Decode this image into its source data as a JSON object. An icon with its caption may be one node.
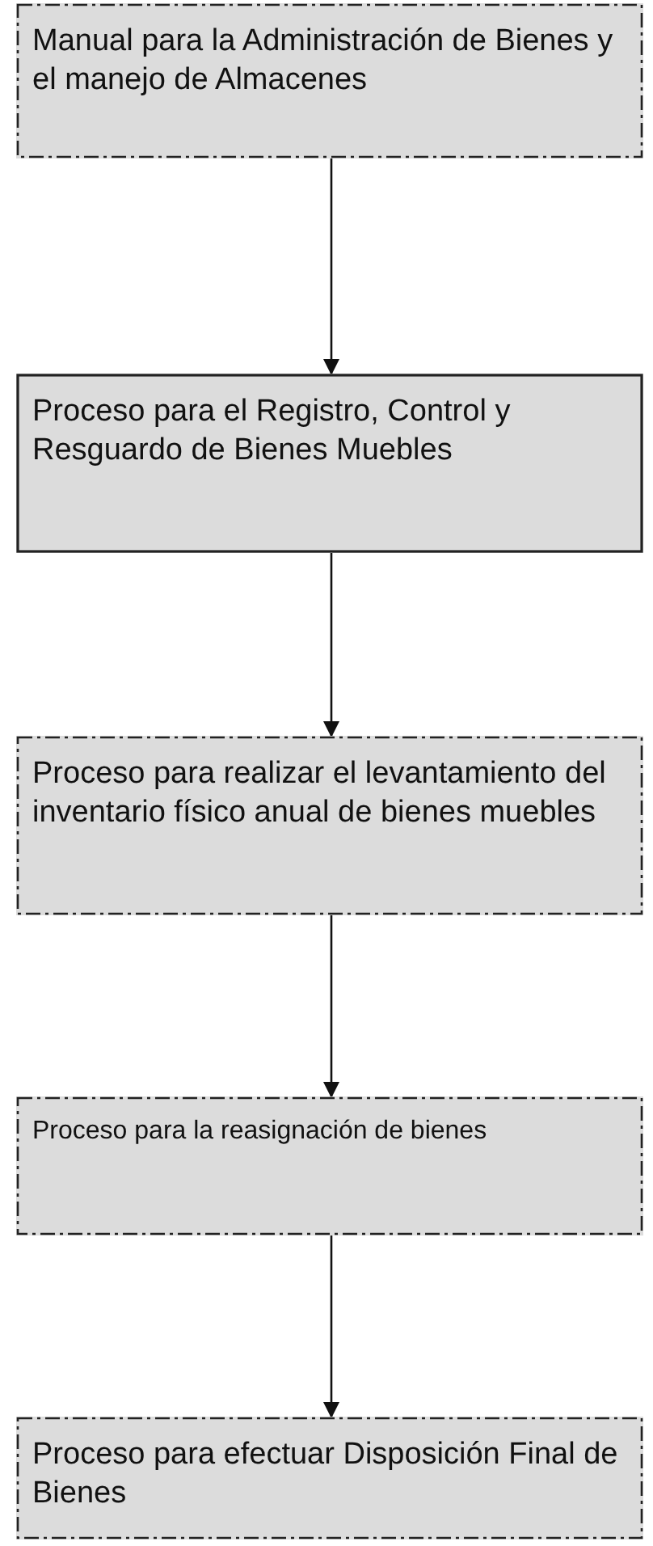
{
  "diagram": {
    "nodes": [
      {
        "text": [
          "Manual para la Administración de Bienes y el manejo de Almacenes"
        ]
      },
      {
        "text": [
          "Proceso para el Registro, Control y Resguardo de Bienes Muebles"
        ]
      },
      {
        "text": [
          "Proceso para realizar el levantamiento del inventario físico anual de bienes muebles"
        ]
      },
      {
        "text": [
          "Proceso para la reasignación de bienes"
        ]
      },
      {
        "text": [
          "Proceso para efectuar Disposición Final de Bienes"
        ]
      }
    ],
    "edges": [
      {
        "from": 0,
        "to": 1,
        "arrow": "to"
      },
      {
        "from": 1,
        "to": 2,
        "arrow": "to"
      },
      {
        "from": 2,
        "to": 3,
        "arrow": "to"
      },
      {
        "from": 3,
        "to": 4,
        "arrow": "to"
      }
    ]
  }
}
